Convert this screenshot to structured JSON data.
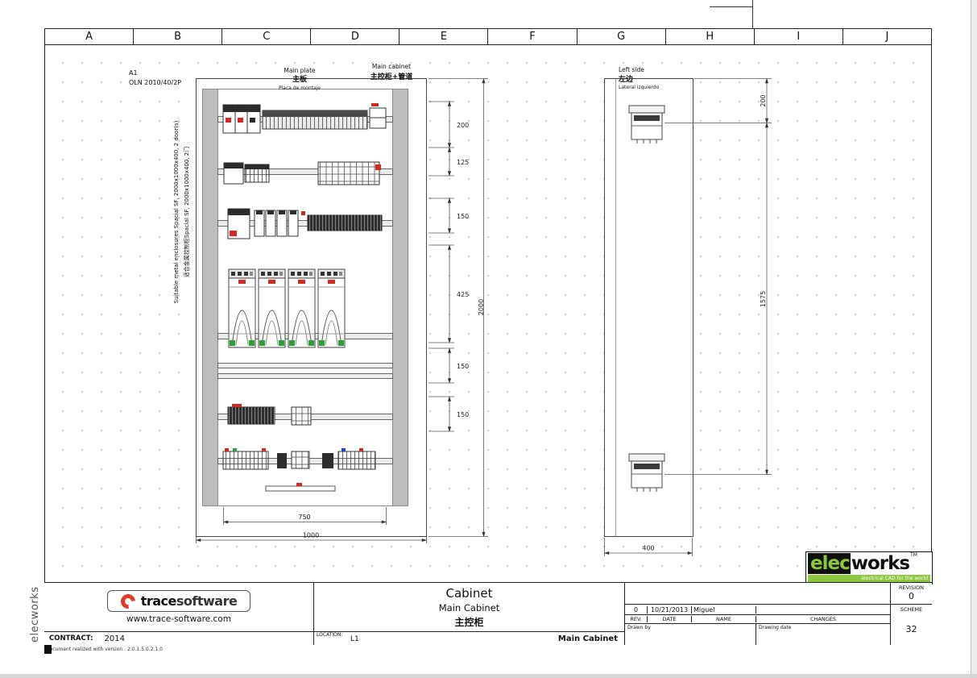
{
  "colors": {
    "elecworks_green": "#8dc63f",
    "trace_red": "#e03a2f",
    "rail_grey": "#b8b8b8"
  },
  "page": {
    "ruler_cols": [
      "A",
      "B",
      "C",
      "D",
      "E",
      "F",
      "G",
      "H",
      "I",
      "J"
    ],
    "side_brand": "elecworks",
    "version_note": "Document realized with version : 2.0.1.5.0.2.1.0"
  },
  "front_view": {
    "sheet_ref": "A1",
    "device_ref": "OLN 2010/40/2P",
    "enclosure_note_en": "Suitable metal enclosures Spacial SF, 2000x1000x400, 2 door(s)",
    "enclosure_note_zh": "适合金属控制柜Spacial SF, 2000x1000x400, 2门",
    "main_plate": {
      "en": "Main plate",
      "zh": "主板",
      "es": "Placa de montaje"
    },
    "main_cabinet": {
      "en": "Main cabinet",
      "zh": "主控柜+管道"
    },
    "dim_segments": [
      "200",
      "125",
      "150",
      "425",
      "150",
      "150"
    ],
    "dim_total": "2000",
    "dim_plate_width": "750",
    "dim_width": "1000"
  },
  "side_view": {
    "label": {
      "en": "Left side",
      "zh": "左边",
      "es": "Lateral izquierdo"
    },
    "dim_top": "200",
    "dim_span": "1575",
    "dim_depth": "400"
  },
  "elecworks_logo": {
    "elec": "elec",
    "works": "works",
    "tm": "TM",
    "tagline": "electrical CAD for the world"
  },
  "title_block": {
    "vendor": {
      "name_bold": "trace",
      "name_light": "software",
      "url": "www.trace-software.com"
    },
    "title": "Cabinet",
    "subtitle": "Main Cabinet",
    "subtitle_zh": "主控柜",
    "revisions": {
      "entry": {
        "rev": "0",
        "date": "10/21/2013",
        "name": "Miguel",
        "changes": ""
      },
      "headers": {
        "rev": "REV.",
        "date": "DATE",
        "name": "NAME",
        "changes": "CHANGES"
      },
      "drawn_by": "Drawn by",
      "drawing_date": "Drawing date"
    },
    "revision_label": "REVISION",
    "revision_value": "0",
    "scheme_label": "SCHEME",
    "scheme_value": "32",
    "contract_label": "CONTRACT:",
    "contract_value": "2014",
    "location_label": "LOCATION:",
    "location_value": "L1",
    "cabinet_name": "Main Cabinet"
  }
}
